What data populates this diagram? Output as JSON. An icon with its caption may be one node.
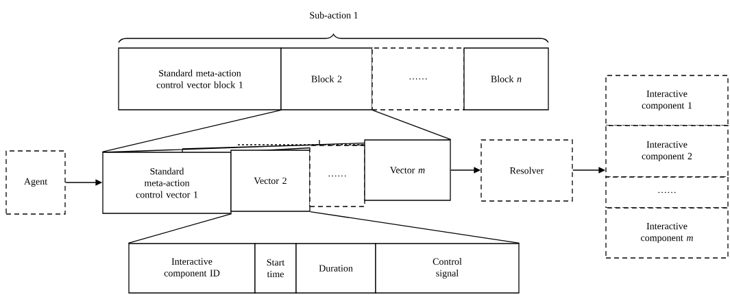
{
  "diagram": {
    "nodes": [
      {
        "text": [
          "Standard meta-action control vector block 1"
        ]
      },
      {
        "text": [
          "Block 2"
        ]
      },
      {
        "text": [
          "……"
        ]
      },
      {
        "text": [
          "Block *n*"
        ]
      },
      {
        "text": [
          "Agent"
        ]
      },
      {
        "text": [
          "Standard meta-action control vector 1"
        ]
      },
      {
        "text": [
          "Vector 2"
        ]
      },
      {
        "text": [
          "……"
        ]
      },
      {
        "text": [
          "Vector *m*"
        ]
      },
      {
        "text": [
          "Resolver"
        ]
      },
      {
        "text": [
          "Interactive component 1"
        ]
      },
      {
        "text": [
          "Interactive component 2"
        ]
      },
      {
        "text": [
          "……"
        ]
      },
      {
        "text": [
          "Interactive component *m*"
        ]
      },
      {
        "text": [
          "Interactive component ID"
        ]
      },
      {
        "text": [
          "Start time"
        ]
      },
      {
        "text": [
          "Duration"
        ]
      },
      {
        "text": [
          "Control signal"
        ]
      }
    ],
    "edges": [
      {
        "from": 4,
        "to": 5,
        "arrow": "to"
      },
      {
        "from": 8,
        "to": 9,
        "arrow": "to"
      },
      {
        "from": 9,
        "to": 11,
        "arrow": "to"
      },
      {
        "from": 1,
        "to": 5,
        "arrow": "none"
      },
      {
        "from": 1,
        "to": 8,
        "arrow": "none"
      },
      {
        "from": 5,
        "to": 14,
        "arrow": "none"
      },
      {
        "from": 6,
        "to": 17,
        "arrow": "none"
      }
    ],
    "labels": [
      "Sub-action 1"
    ]
  }
}
